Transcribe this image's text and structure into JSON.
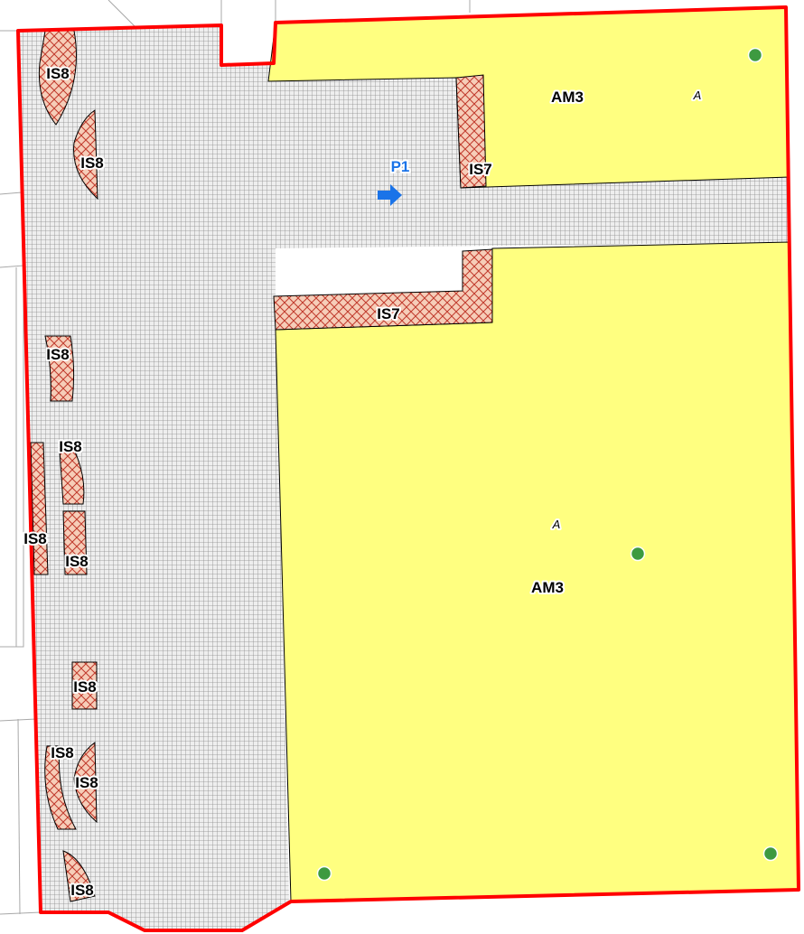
{
  "map": {
    "colors": {
      "zone_am3": "#ffff80",
      "zone_is7_is8": "#c0392b",
      "boundary": "#ff0000",
      "point": "#3d9a40",
      "direction": "#1a73e8"
    },
    "zones": [
      {
        "id": "am3-north",
        "label": "AM3",
        "class": "AM3"
      },
      {
        "id": "am3-south",
        "label": "AM3",
        "class": "AM3"
      }
    ],
    "annotations": {
      "a_north": "A",
      "a_south": "A",
      "p1": "P1"
    },
    "is7_labels": [
      "IS7",
      "IS7"
    ],
    "is8_labels": [
      "IS8",
      "IS8",
      "IS8",
      "IS8",
      "IS8",
      "IS8",
      "IS8",
      "IS8",
      "IS8",
      "IS8"
    ],
    "point_count": 4,
    "icons": [
      "arrow-right-icon",
      "green-dot-icon"
    ]
  }
}
